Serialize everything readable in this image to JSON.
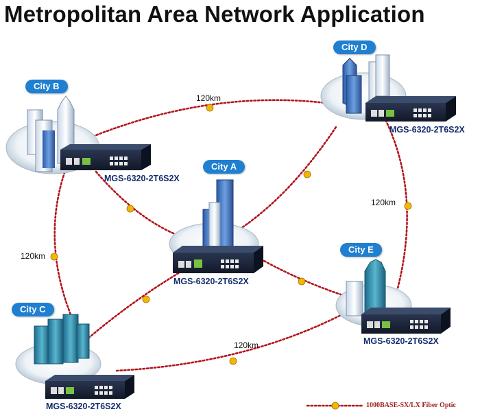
{
  "title": "Metropolitan Area Network Application",
  "cities": {
    "a": {
      "label": "City A",
      "model": "MGS-6320-2T6S2X"
    },
    "b": {
      "label": "City B",
      "model": "MGS-6320-2T6S2X"
    },
    "c": {
      "label": "City C",
      "model": "MGS-6320-2T6S2X"
    },
    "d": {
      "label": "City D",
      "model": "MGS-6320-2T6S2X"
    },
    "e": {
      "label": "City E",
      "model": "MGS-6320-2T6S2X"
    }
  },
  "distances": {
    "b_d": "120km",
    "d_e": "120km",
    "b_c": "120km",
    "c_e": "120km"
  },
  "legend": {
    "text": "1000BASE-SX/LX Fiber Optic"
  },
  "colors": {
    "link": "#b3141c",
    "marker": "#f2b705",
    "label_bg": "#1f7fd0",
    "model_text": "#152d6e"
  }
}
